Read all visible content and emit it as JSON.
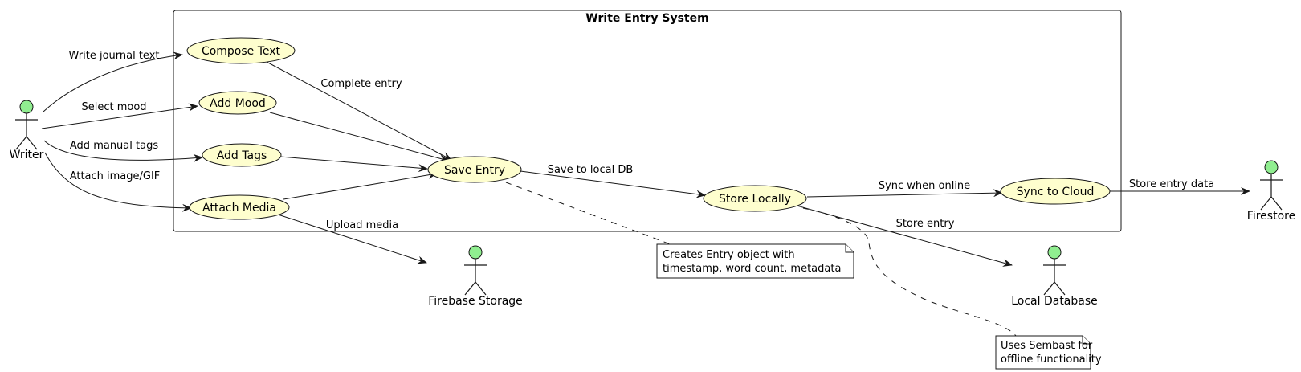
{
  "system": {
    "title": "Write Entry System"
  },
  "actors": {
    "writer": "Writer",
    "firebase_storage": "Firebase Storage",
    "local_database": "Local Database",
    "firestore": "Firestore"
  },
  "use_cases": {
    "compose_text": "Compose Text",
    "add_mood": "Add Mood",
    "add_tags": "Add Tags",
    "attach_media": "Attach Media",
    "save_entry": "Save Entry",
    "store_locally": "Store Locally",
    "sync_to_cloud": "Sync to Cloud"
  },
  "edges": {
    "write_journal_text": "Write journal text",
    "select_mood": "Select mood",
    "add_manual_tags": "Add manual tags",
    "attach_image_gif": "Attach image/GIF",
    "complete_entry": "Complete entry",
    "save_to_local_db": "Save to local DB",
    "sync_when_online": "Sync when online",
    "store_entry_data": "Store entry data",
    "upload_media": "Upload media",
    "store_entry": "Store entry"
  },
  "notes": {
    "entry_object": [
      "Creates Entry object with",
      "timestamp, word count, metadata"
    ],
    "sembast": [
      "Uses Sembast for",
      "offline functionality"
    ]
  },
  "colors": {
    "use_case_fill": "#fefece",
    "actor_head_fill": "#90ee90",
    "line": "#181818"
  }
}
